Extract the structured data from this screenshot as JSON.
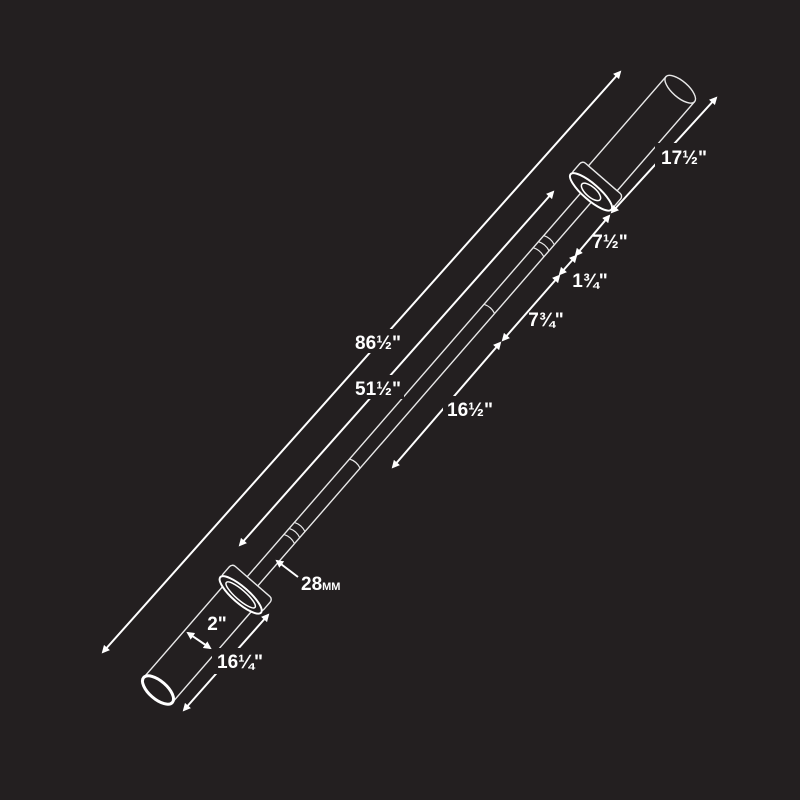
{
  "diagram": {
    "subject": "barbell",
    "colors": {
      "background": "#231f20",
      "lines": "#ffffff"
    },
    "dimensions": {
      "overall_length": "86½\"",
      "shaft_length": "51½\"",
      "sleeve_length_top": "17½\"",
      "segment_a": "7½\"",
      "segment_b": "1¾\"",
      "segment_c": "7¾\"",
      "segment_d": "16½\"",
      "shaft_diameter_value": "28",
      "shaft_diameter_unit": "MM",
      "sleeve_diameter": "2\"",
      "sleeve_length_bottom": "16¼\""
    }
  }
}
